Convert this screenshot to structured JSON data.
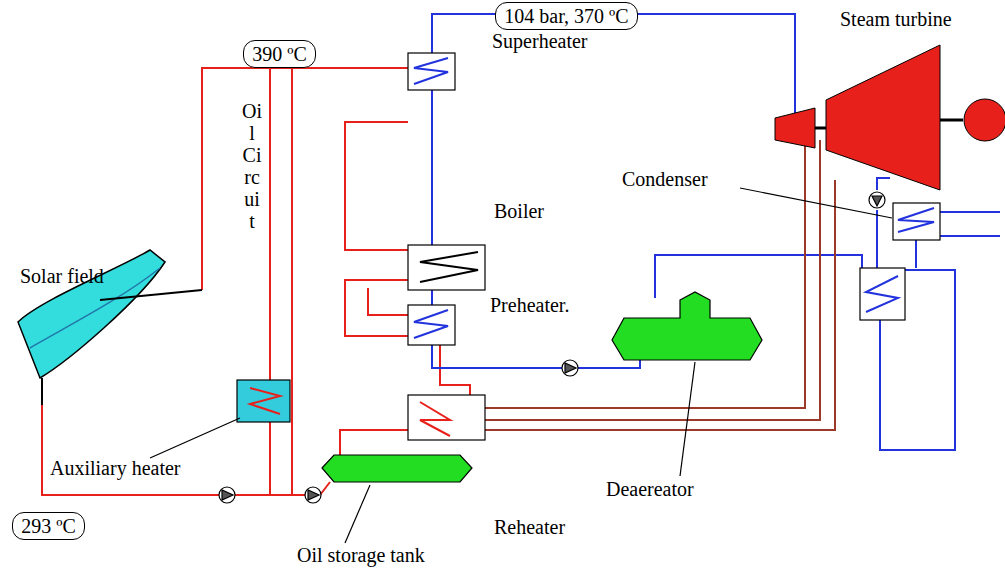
{
  "diagram": {
    "nodes": [
      {
        "text": [
          "390 ºC"
        ]
      },
      {
        "text": [
          "104 bar, 370 ºC"
        ]
      },
      {
        "text": [
          "293 ºC"
        ]
      }
    ],
    "labels": [
      "Steam turbine",
      "Superheater",
      "Boiler",
      "Condenser",
      "Solar field",
      "Preheater.",
      "Deaereator",
      "Auxiliary heater",
      "Reheater",
      "Oil storage tank",
      "Oil Circuit"
    ]
  }
}
